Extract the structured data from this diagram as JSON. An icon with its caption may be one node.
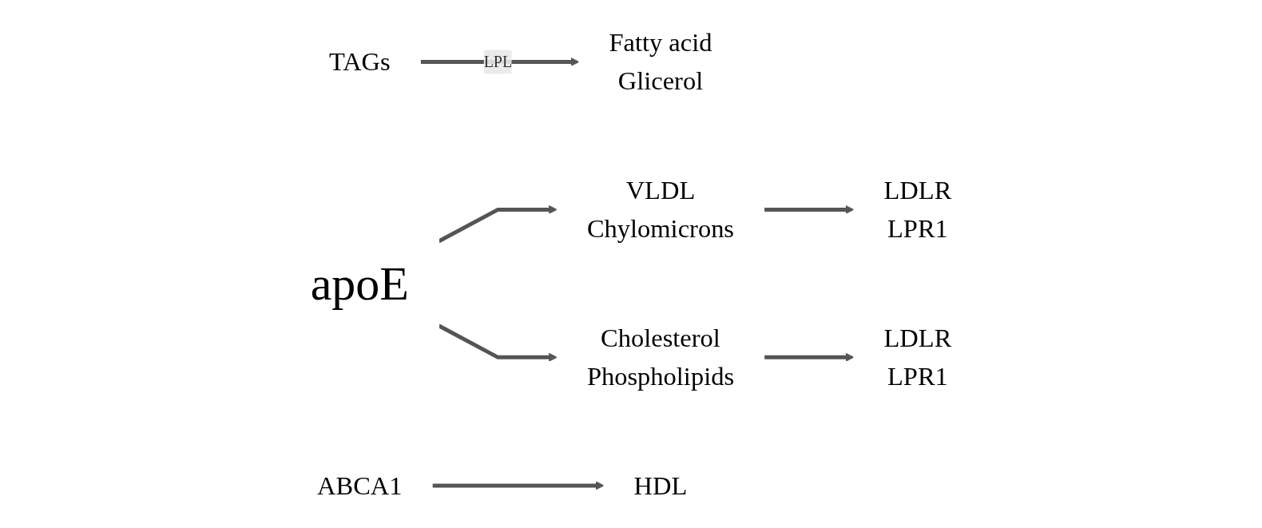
{
  "diagram": {
    "nodes": [
      {
        "text": [
          "apoE"
        ]
      },
      {
        "text": [
          "VLDL",
          "Chylomicrons"
        ]
      },
      {
        "text": [
          "LDLR",
          "LPR1"
        ]
      },
      {
        "text": [
          "TAGs"
        ]
      },
      {
        "text": [
          "Fatty acid",
          "Glicerol"
        ]
      },
      {
        "text": [
          "ABCA1"
        ]
      },
      {
        "text": [
          "HDL"
        ]
      },
      {
        "text": [
          "Cholesterol",
          "Phospholipids"
        ]
      },
      {
        "text": [
          "LDLR",
          "LPR1"
        ]
      }
    ],
    "edges": [
      {
        "from": 0,
        "to": 1,
        "arrow": "to"
      },
      {
        "from": 1,
        "to": 2,
        "arrow": "to"
      },
      {
        "from": 3,
        "to": 4,
        "arrow": "to",
        "label": "LPL"
      },
      {
        "from": 0,
        "to": 7,
        "arrow": "to"
      },
      {
        "from": 5,
        "to": 6,
        "arrow": "to"
      },
      {
        "from": 7,
        "to": 8,
        "arrow": "to"
      }
    ]
  }
}
